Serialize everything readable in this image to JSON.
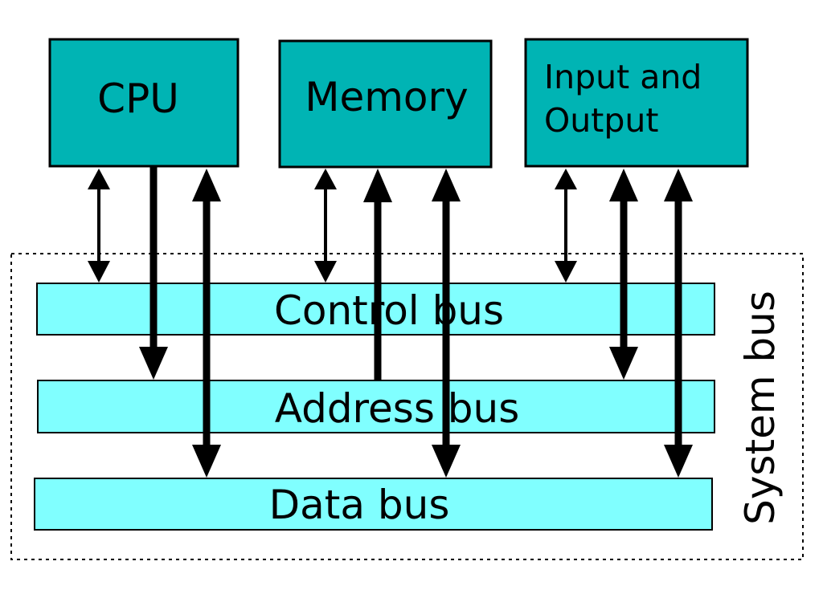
{
  "components": {
    "cpu": "CPU",
    "memory": "Memory",
    "io_line1": "Input and",
    "io_line2": "Output"
  },
  "buses": {
    "control": "Control bus",
    "address": "Address bus",
    "data": "Data bus"
  },
  "system_bus_label": "System bus",
  "colors": {
    "component_fill": "#00b4b4",
    "bus_fill": "#80ffff",
    "stroke": "#000000",
    "background": "#ffffff"
  }
}
